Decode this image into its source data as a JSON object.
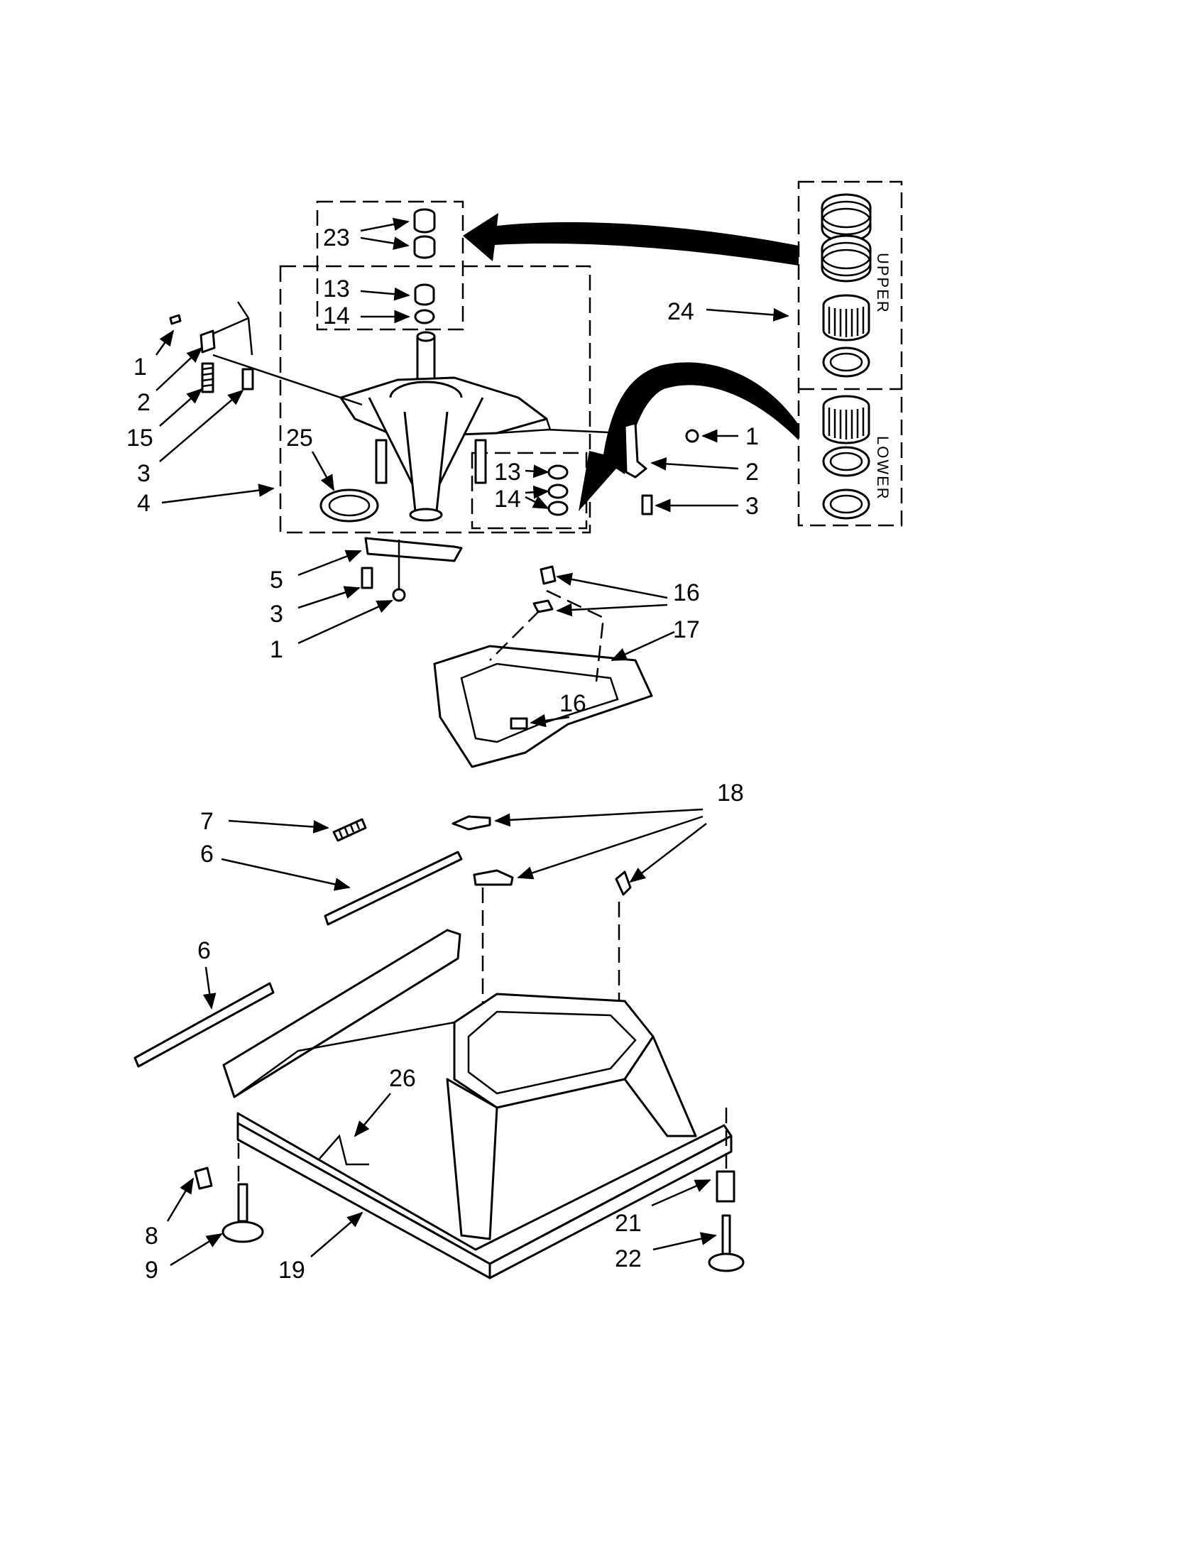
{
  "callouts": [
    {
      "id": "c1a",
      "text": "1"
    },
    {
      "id": "c2a",
      "text": "2"
    },
    {
      "id": "c15",
      "text": "15"
    },
    {
      "id": "c3a",
      "text": "3"
    },
    {
      "id": "c4",
      "text": "4"
    },
    {
      "id": "c25",
      "text": "25"
    },
    {
      "id": "c23",
      "text": "23"
    },
    {
      "id": "c13a",
      "text": "13"
    },
    {
      "id": "c14a",
      "text": "14"
    },
    {
      "id": "c24",
      "text": "24"
    },
    {
      "id": "c1b",
      "text": "1"
    },
    {
      "id": "c2b",
      "text": "2"
    },
    {
      "id": "c3b",
      "text": "3"
    },
    {
      "id": "c13b",
      "text": "13"
    },
    {
      "id": "c14b",
      "text": "14"
    },
    {
      "id": "c5",
      "text": "5"
    },
    {
      "id": "c3c",
      "text": "3"
    },
    {
      "id": "c1c",
      "text": "1"
    },
    {
      "id": "c16a",
      "text": "16"
    },
    {
      "id": "c17",
      "text": "17"
    },
    {
      "id": "c16b",
      "text": "16"
    },
    {
      "id": "c18",
      "text": "18"
    },
    {
      "id": "c7",
      "text": "7"
    },
    {
      "id": "c6a",
      "text": "6"
    },
    {
      "id": "c6b",
      "text": "6"
    },
    {
      "id": "c26",
      "text": "26"
    },
    {
      "id": "c8",
      "text": "8"
    },
    {
      "id": "c9",
      "text": "9"
    },
    {
      "id": "c19",
      "text": "19"
    },
    {
      "id": "c21",
      "text": "21"
    },
    {
      "id": "c22",
      "text": "22"
    }
  ],
  "kit_labels": {
    "upper": "UPPER",
    "lower": "LOWER"
  }
}
